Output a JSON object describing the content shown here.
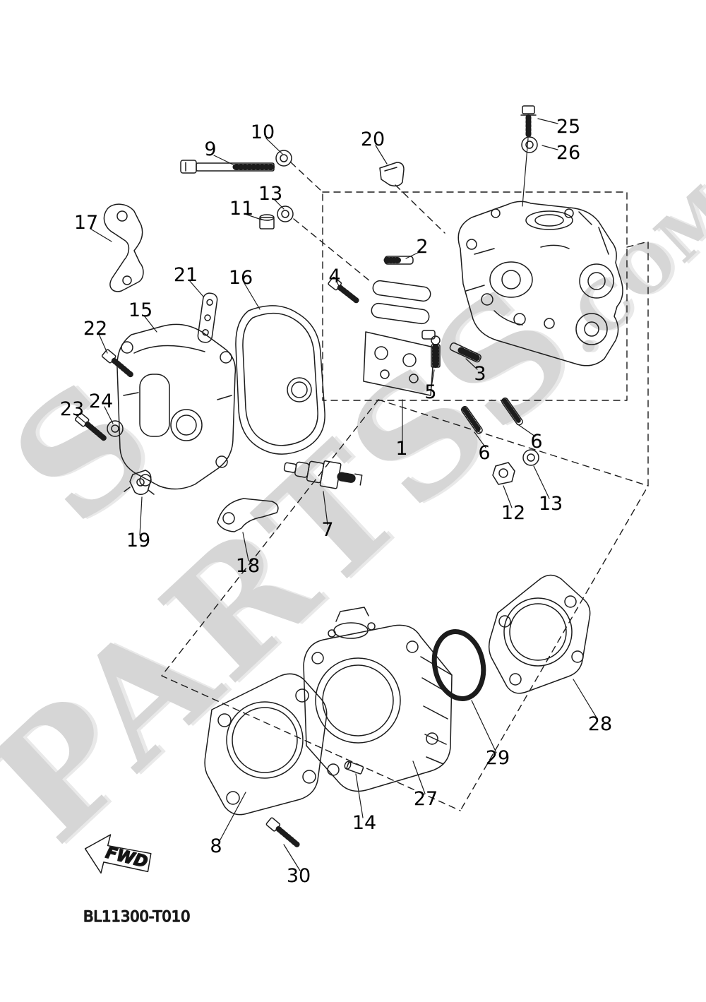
{
  "diagram": {
    "code": "BL11300-T010",
    "fwd_label": "FWD",
    "watermark": {
      "extra": "S",
      "main": "PARTSS",
      "suffix": ".COM"
    },
    "labels": [
      "25",
      "26",
      "10",
      "9",
      "20",
      "13",
      "11",
      "17",
      "2",
      "21",
      "16",
      "4",
      "15",
      "22",
      "24",
      "23",
      "3",
      "5",
      "1",
      "6",
      "6",
      "12",
      "13",
      "19",
      "7",
      "18",
      "28",
      "29",
      "27",
      "14",
      "8",
      "30"
    ]
  }
}
